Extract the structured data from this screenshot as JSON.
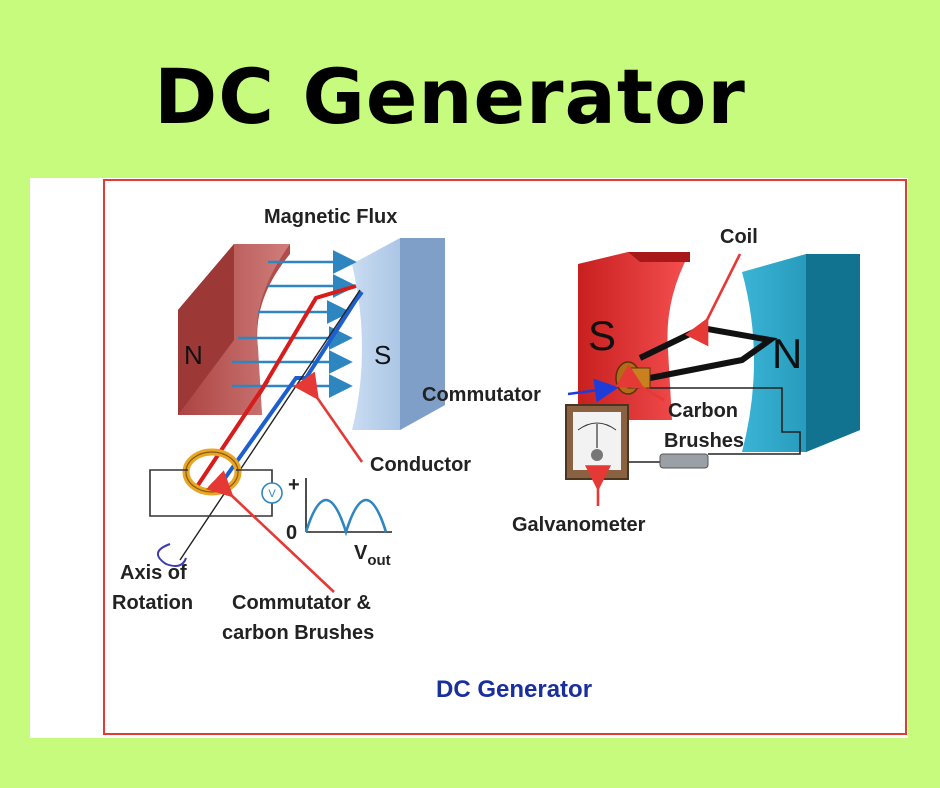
{
  "title": "DC Generator",
  "caption": "DC Generator",
  "left_diagram": {
    "magnetic_flux": "Magnetic Flux",
    "pole_n": "N",
    "pole_s": "S",
    "conductor": "Conductor",
    "axis_line1": "Axis of",
    "axis_line2": "Rotation",
    "comm_line1": "Commutator &",
    "comm_line2": "carbon Brushes",
    "plus": "+",
    "zero": "0",
    "vout_v": "V",
    "vout_sub": "out",
    "meter_v": "V"
  },
  "right_diagram": {
    "coil": "Coil",
    "pole_s": "S",
    "pole_n": "N",
    "commutator": "Commutator",
    "carbon_line1": "Carbon",
    "carbon_line2": "Brushes",
    "galvanometer": "Galvanometer"
  },
  "colors": {
    "background": "#c6fb7e",
    "frame": "#e53935",
    "caption": "#1a2f9e",
    "arrow": "#e53935",
    "flux": "#2e86c1"
  }
}
